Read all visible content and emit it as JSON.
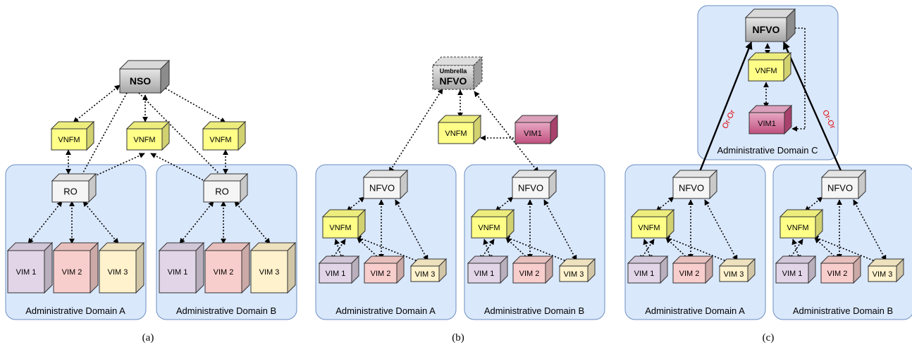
{
  "panels": [
    {
      "caption": "(a)",
      "domain_labels": [
        "Administrative Domain A",
        "Administrative Domain B"
      ],
      "nodes": {
        "orchestrator": "NSO",
        "vnfm_left": "VNFM",
        "vnfm_center": "VNFM",
        "vnfm_right": "VNFM",
        "ro_a": "RO",
        "ro_b": "RO",
        "a_vim1": "VIM 1",
        "a_vim2": "VIM 2",
        "a_vim3": "VIM 3",
        "b_vim1": "VIM 1",
        "b_vim2": "VIM 2",
        "b_vim3": "VIM 3"
      }
    },
    {
      "caption": "(b)",
      "domain_labels": [
        "Administrative Domain A",
        "Administrative Domain B"
      ],
      "nodes": {
        "umbrella_small": "Umbrella",
        "umbrella_big": "NFVO",
        "vnfm_top": "VNFM",
        "vim_top": "VIM1",
        "nfvo_a": "NFVO",
        "vnfm_a": "VNFM",
        "a_vim1": "VIM 1",
        "a_vim2": "VIM 2",
        "a_vim3": "VIM 3",
        "nfvo_b": "NFVO",
        "vnfm_b": "VNFM",
        "b_vim1": "VIM 1",
        "b_vim2": "VIM 2",
        "b_vim3": "VIM 3"
      }
    },
    {
      "caption": "(c)",
      "domain_labels": [
        "Administrative Domain A",
        "Administrative Domain B",
        "Administrative Domain C"
      ],
      "interface_label": "Or-Or",
      "nodes": {
        "nfvo_c": "NFVO",
        "vnfm_c": "VNFM",
        "vim_c": "VIM1",
        "nfvo_a": "NFVO",
        "vnfm_a": "VNFM",
        "a_vim1": "VIM 1",
        "a_vim2": "VIM 2",
        "a_vim3": "VIM 3",
        "nfvo_b": "NFVO",
        "vnfm_b": "VNFM",
        "b_vim1": "VIM 1",
        "b_vim2": "VIM 2",
        "b_vim3": "VIM 3"
      }
    }
  ],
  "colors": {
    "domain_fill": "#dae8fc",
    "domain_stroke": "#6c8ebf",
    "nso_top": "#e6e6e6",
    "nso_bottom": "#a6a6a6",
    "node_gray": "#f5f5f5",
    "vnfm": "#ffff88",
    "vim1": "#e1d5e7",
    "vim2": "#f8cecc",
    "vim3": "#fff2cc",
    "vim_magenta": "#cd6f96",
    "or_or_label": "#e00000"
  }
}
